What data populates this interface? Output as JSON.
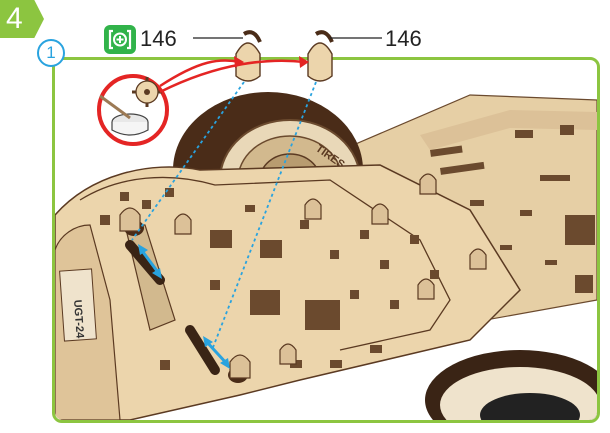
{
  "step": {
    "number": "4"
  },
  "substep": {
    "number": "1"
  },
  "parts": [
    {
      "qty_icon": "plus-in-brackets-icon",
      "label": "146"
    },
    {
      "label": "146"
    }
  ],
  "model": {
    "plate_text": "UGT-24",
    "tire_text": "TIRES"
  },
  "colors": {
    "step_green": "#8cc540",
    "badge_green": "#31b34a",
    "substep_blue": "#29a3df",
    "glue_red": "#e42524",
    "guide_blue": "#29a3df",
    "wood": "#ecd5ac",
    "wood_dark": "#5b3a22"
  },
  "icons": [
    "glue-dish-icon",
    "gear-part-icon",
    "insert-arrow-icon"
  ]
}
